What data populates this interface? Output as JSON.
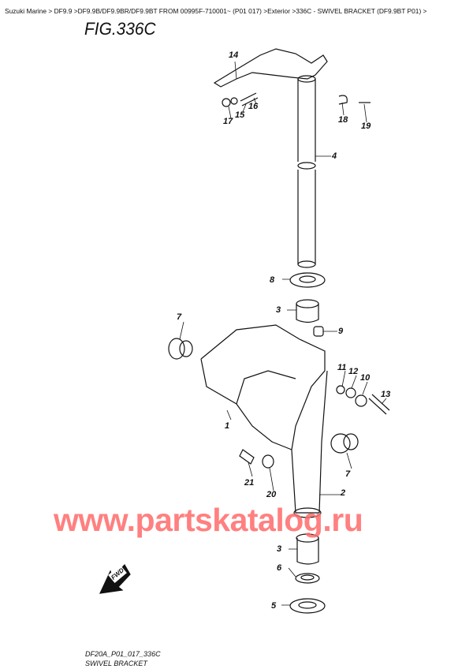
{
  "breadcrumb": "Suzuki Marine > DF9.9 >DF9.9B/DF9.9BR/DF9.9BT FROM 00995F-710001~ (P01 017) >Exterior >336C - SWIVEL BRACKET (DF9.9BT P01) >",
  "figure_title": "FIG.336C",
  "callouts": [
    "14",
    "15",
    "16",
    "17",
    "18",
    "19",
    "4",
    "8",
    "3",
    "9",
    "7",
    "11",
    "12",
    "10",
    "13",
    "1",
    "7",
    "21",
    "20",
    "2",
    "3",
    "6",
    "5"
  ],
  "fwd_label": "FWD",
  "watermark": "www.partskatalog.ru",
  "footer": {
    "code": "DF20A_P01_017_336C",
    "name": "SWIVEL BRACKET"
  },
  "colors": {
    "watermark": "#ff6b6b",
    "line": "#111111"
  }
}
